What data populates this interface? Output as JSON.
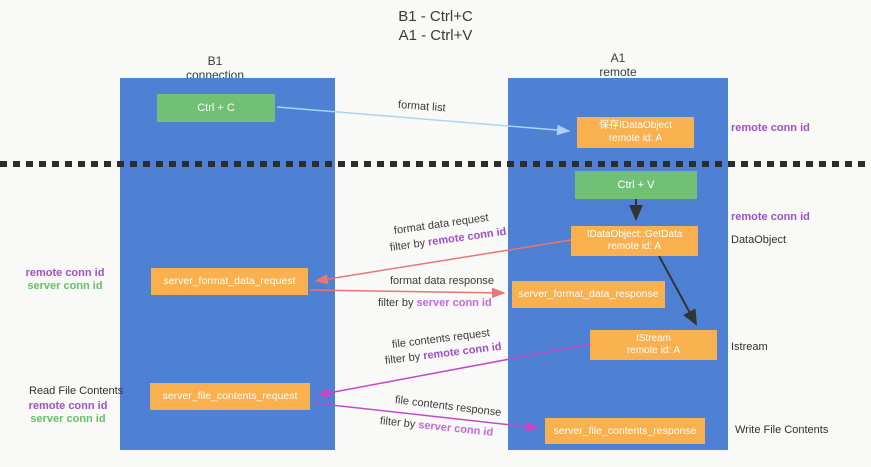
{
  "title": {
    "line1": "B1 - Ctrl+C",
    "line2": "A1 - Ctrl+V"
  },
  "columns": {
    "left": {
      "header_line1": "B1",
      "header_line2": "connection"
    },
    "right": {
      "header_line1": "A1",
      "header_line2": "remote"
    }
  },
  "boxes": {
    "ctrl_c": {
      "label": "Ctrl + C"
    },
    "saved_dataobject": {
      "line1": "保存IDataObject",
      "line2": "remote id: A"
    },
    "ctrl_v": {
      "label": "Ctrl + V"
    },
    "getdata": {
      "line1": "IDataObject::GetData",
      "line2": "remote id: A"
    },
    "format_request": {
      "label": "server_format_data_request"
    },
    "format_response": {
      "label": "server_format_data_response"
    },
    "istream": {
      "line1": "IStream",
      "line2": "remote id: A"
    },
    "file_request": {
      "label": "server_file_contents_request"
    },
    "file_response": {
      "label": "server_file_contents_response"
    }
  },
  "flow_labels": {
    "format_list": "format list",
    "format_request": "format data request",
    "format_request_filter_prefix": "filter by ",
    "format_request_filter_key": "remote conn id",
    "format_response": "format data response",
    "format_response_filter_prefix": "filter by ",
    "format_response_filter_key": "server conn id",
    "file_request": "file contents request",
    "file_request_filter_prefix": "filter by ",
    "file_request_filter_key": "remote conn id",
    "file_response": "file contents response",
    "file_response_filter_prefix": "filter by ",
    "file_response_filter_key": "server conn id"
  },
  "annotations": {
    "remote_conn_id_top": "remote conn id",
    "remote_conn_id_mid": "remote conn id",
    "dataobject": "DataObject",
    "istream": "Istream",
    "mid_left_remote": "remote conn id",
    "mid_left_server": "server conn id",
    "read_file": "Read File Contents",
    "bottom_left_remote": "remote conn id",
    "bottom_left_server": "server conn id",
    "write_file": "Write File Contents"
  },
  "colors": {
    "column_blue": "#4e80d4",
    "box_green": "#72c075",
    "box_orange": "#f9b04e",
    "arrow_light_blue": "#a9d5f0",
    "arrow_red": "#e87673",
    "arrow_magenta": "#c44ac4",
    "arrow_black": "#333333",
    "text_purple": "#a050c8",
    "text_green": "#67bf6b",
    "dashed_line": "#2d2d2d",
    "background": "#f9f9f8"
  }
}
